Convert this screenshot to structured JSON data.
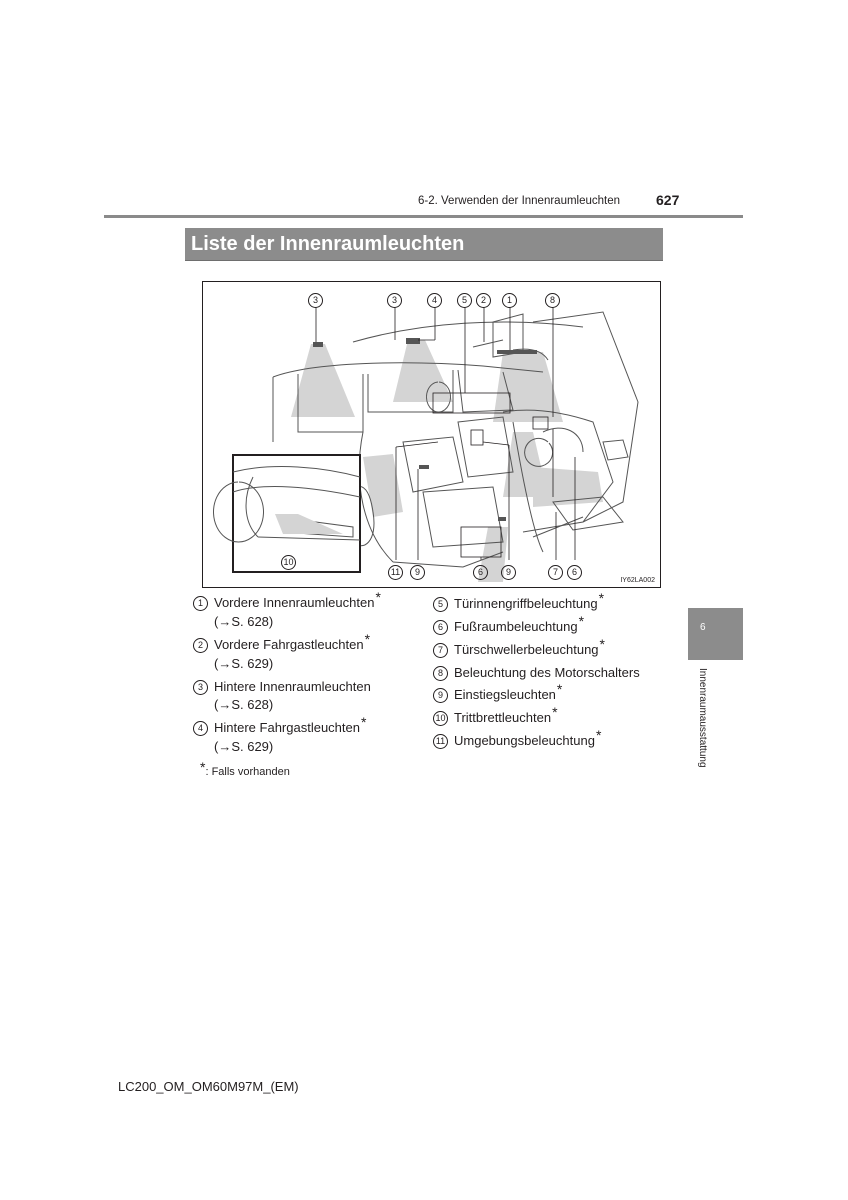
{
  "header": {
    "section": "6-2. Verwenden der Innenraumleuchten",
    "page_number": "627"
  },
  "title": "Liste der Innenraumleuchten",
  "figure": {
    "code": "IY62LA002",
    "callouts_top": [
      "3",
      "3",
      "4",
      "5",
      "2",
      "1",
      "8"
    ],
    "callouts_bottom": [
      "11",
      "9",
      "6",
      "9",
      "7",
      "6"
    ],
    "callout_inset": "10"
  },
  "items_left": [
    {
      "num": "1",
      "label": "Vordere Innenraumleuchten",
      "star": "*",
      "ref": "(→S. 628)"
    },
    {
      "num": "2",
      "label": "Vordere Fahrgastleuchten",
      "star": "*",
      "ref": "(→S. 629)"
    },
    {
      "num": "3",
      "label": "Hintere Innenraumleuchten",
      "star": "",
      "ref": "(→S. 628)"
    },
    {
      "num": "4",
      "label": "Hintere Fahrgastleuchten",
      "star": "*",
      "ref": "(→S. 629)"
    }
  ],
  "items_right": [
    {
      "num": "5",
      "label": "Türinnengriffbeleuchtung",
      "star": "*"
    },
    {
      "num": "6",
      "label": "Fußraumbeleuchtung",
      "star": "*"
    },
    {
      "num": "7",
      "label": "Türschwellerbeleuchtung",
      "star": "*"
    },
    {
      "num": "8",
      "label": "Beleuchtung des Motorschalters",
      "star": ""
    },
    {
      "num": "9",
      "label": "Einstiegsleuchten",
      "star": "*"
    },
    {
      "num": "10",
      "label": "Trittbrettleuchten",
      "star": "*"
    },
    {
      "num": "11",
      "label": "Umgebungsbeleuchtung",
      "star": "*"
    }
  ],
  "footnote": {
    "star": "*",
    "text": ": Falls vorhanden"
  },
  "side_tab": {
    "number": "6",
    "label": "Innenraumausstattung"
  },
  "footer": "LC200_OM_OM60M97M_(EM)"
}
